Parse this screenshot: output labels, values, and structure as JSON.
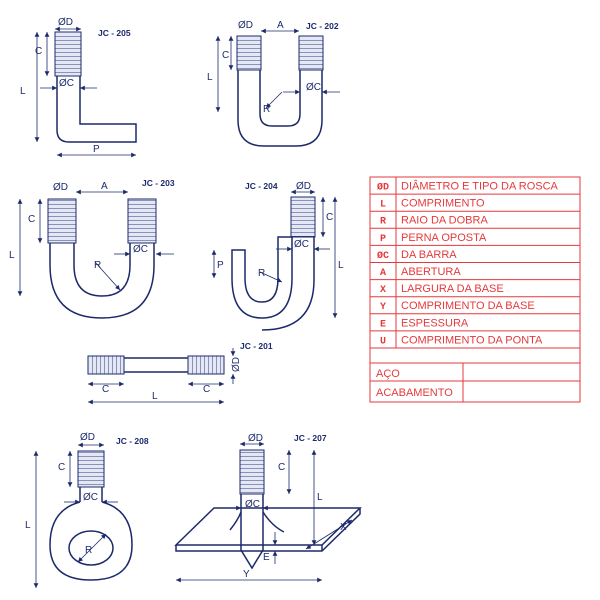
{
  "codes": {
    "jc205": "JC - 205",
    "jc202": "JC - 202",
    "jc203": "JC - 203",
    "jc204": "JC - 204",
    "jc201": "JC - 201",
    "jc208": "JC - 208",
    "jc207": "JC - 207"
  },
  "dim": {
    "od": "ØD",
    "oc": "ØC",
    "a": "A",
    "c": "C",
    "l": "L",
    "p": "P",
    "r": "R",
    "e": "E",
    "x": "X",
    "y": "Y"
  },
  "legend": {
    "rows": [
      {
        "sym": "ØD",
        "text": "DIÂMETRO E TIPO DA ROSCA"
      },
      {
        "sym": "L",
        "text": "COMPRIMENTO"
      },
      {
        "sym": "R",
        "text": "RAIO DA DOBRA"
      },
      {
        "sym": "P",
        "text": "PERNA OPOSTA"
      },
      {
        "sym": "ØC",
        "text": "DA BARRA"
      },
      {
        "sym": "A",
        "text": "ABERTURA"
      },
      {
        "sym": "X",
        "text": "LARGURA DA BASE"
      },
      {
        "sym": "Y",
        "text": "COMPRIMENTO DA BASE"
      },
      {
        "sym": "E",
        "text": "ESPESSURA"
      },
      {
        "sym": "U",
        "text": "COMPRIMENTO DA PONTA"
      }
    ],
    "aco": "AÇO",
    "acabamento": "ACABAMENTO"
  },
  "colors": {
    "drawing": "#1c2a6b",
    "legend": "#e6393c"
  }
}
